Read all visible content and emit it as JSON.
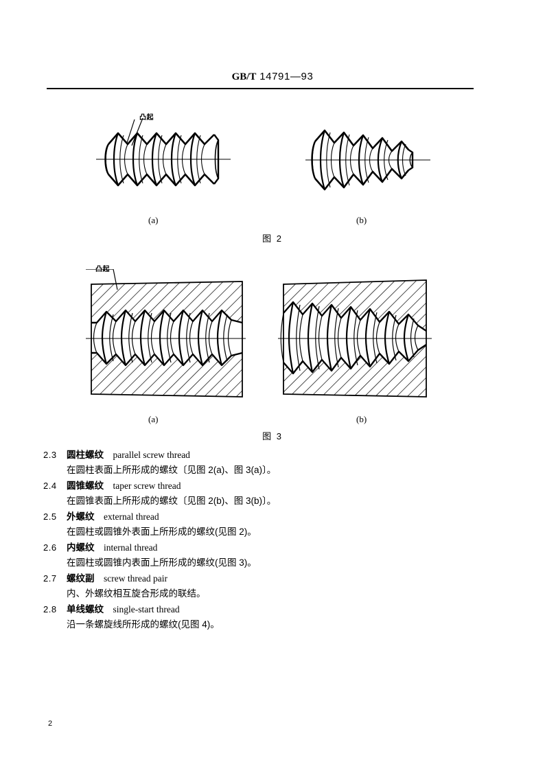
{
  "header": {
    "standard_prefix": "GB/T",
    "standard_number": "14791—93"
  },
  "figures": [
    {
      "id": "figure-2",
      "number_label": "图 2",
      "callout": "凸起",
      "parts": [
        {
          "label": "(a)",
          "kind": "external-parallel-thread"
        },
        {
          "label": "(b)",
          "kind": "external-taper-thread"
        }
      ]
    },
    {
      "id": "figure-3",
      "number_label": "图 3",
      "callout": "凸起",
      "parts": [
        {
          "label": "(a)",
          "kind": "internal-parallel-thread-section"
        },
        {
          "label": "(b)",
          "kind": "internal-taper-thread-section"
        }
      ]
    }
  ],
  "terms": [
    {
      "number": "2.3",
      "cn": "圆柱螺纹",
      "en": "parallel screw thread",
      "definition": "在圆柱表面上所形成的螺纹〔见图 2(a)、图 3(a)〕。"
    },
    {
      "number": "2.4",
      "cn": "圆锥螺纹",
      "en": "taper screw thread",
      "definition": "在圆锥表面上所形成的螺纹〔见图 2(b)、图 3(b)〕。"
    },
    {
      "number": "2.5",
      "cn": "外螺纹",
      "en": "external thread",
      "definition": "在圆柱或圆锥外表面上所形成的螺纹(见图 2)。"
    },
    {
      "number": "2.6",
      "cn": "内螺纹",
      "en": "internal thread",
      "definition": "在圆柱或圆锥内表面上所形成的螺纹(见图 3)。"
    },
    {
      "number": "2.7",
      "cn": "螺纹副",
      "en": "screw thread pair",
      "definition": "内、外螺纹相互旋合形成的联结。"
    },
    {
      "number": "2.8",
      "cn": "单线螺纹",
      "en": "single-start thread",
      "definition": "沿一条螺旋线所形成的螺纹(见图 4)。"
    }
  ],
  "footer": {
    "page_number": "2"
  },
  "colors": {
    "ink": "#000000",
    "paper": "#ffffff"
  }
}
